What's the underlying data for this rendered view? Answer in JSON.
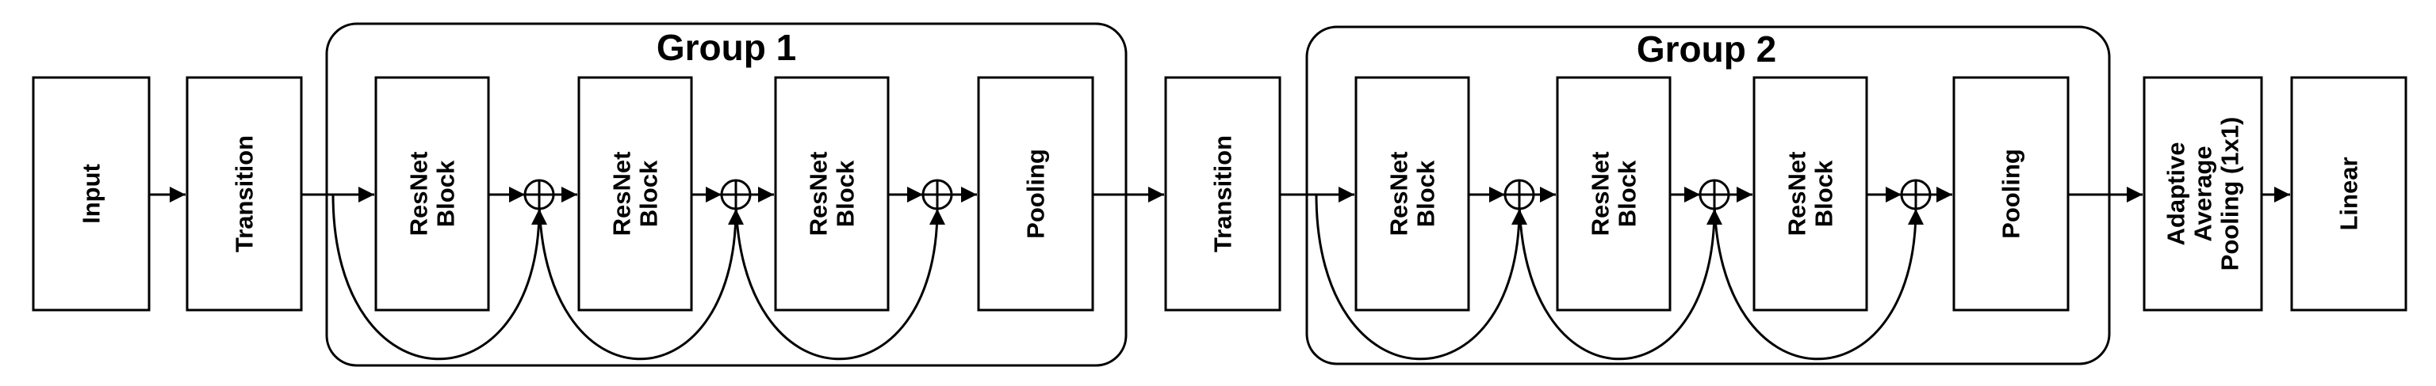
{
  "colors": {
    "stroke": "#000000",
    "fill": "#ffffff"
  },
  "groups": [
    {
      "title": "Group 1"
    },
    {
      "title": "Group 2"
    }
  ],
  "blocks": {
    "input": [
      "Input"
    ],
    "transition_1": [
      "Transition"
    ],
    "g1_resnet_1": [
      "ResNet",
      "Block"
    ],
    "g1_resnet_2": [
      "ResNet",
      "Block"
    ],
    "g1_resnet_3": [
      "ResNet",
      "Block"
    ],
    "g1_pooling": [
      "Pooling"
    ],
    "transition_2": [
      "Transition"
    ],
    "g2_resnet_1": [
      "ResNet",
      "Block"
    ],
    "g2_resnet_2": [
      "ResNet",
      "Block"
    ],
    "g2_resnet_3": [
      "ResNet",
      "Block"
    ],
    "g2_pooling": [
      "Pooling"
    ],
    "adaptive_pool": [
      "Adaptive",
      "Average",
      "Pooling (1x1)"
    ],
    "linear": [
      "Linear"
    ]
  },
  "summation_symbol": "circle-plus-icon"
}
